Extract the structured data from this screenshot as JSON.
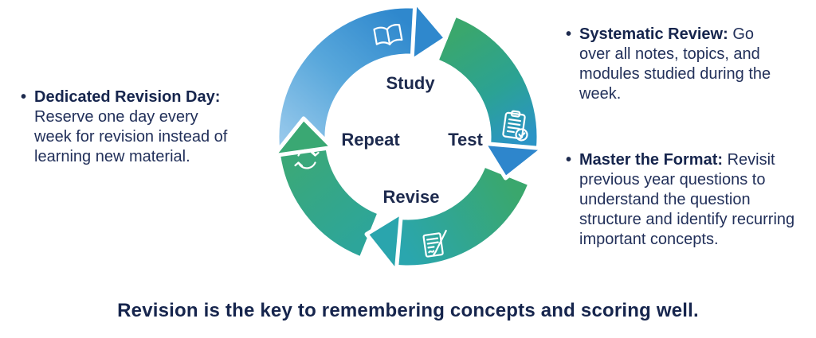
{
  "cycle": {
    "steps": [
      {
        "label": "Study",
        "icon": "open-book-icon"
      },
      {
        "label": "Test",
        "icon": "clipboard-check-icon"
      },
      {
        "label": "Revise",
        "icon": "document-pen-icon"
      },
      {
        "label": "Repeat",
        "icon": "cycle-refresh-icon"
      }
    ]
  },
  "bullets": {
    "marker": "•",
    "left": [
      {
        "title": "Dedicated Revision Day:",
        "body": "Reserve one day every week for revision instead of learning new material."
      }
    ],
    "right": [
      {
        "title": "Systematic Review:",
        "body": "Go over all notes, topics, and modules studied during the week."
      },
      {
        "title": "Master the Format:",
        "body": "Revisit previous year questions to understand the question structure and identify recurring important concepts."
      }
    ]
  },
  "caption": "Revision is the key to remembering concepts and scoring well.",
  "colors": {
    "text_navy": "#1d2a4e",
    "light_blue": "#93c5ea",
    "blue": "#2f88cd",
    "green": "#3aa76d",
    "teal": "#2aa6ae",
    "background": "#ffffff",
    "icon_stroke": "#ffffff"
  }
}
